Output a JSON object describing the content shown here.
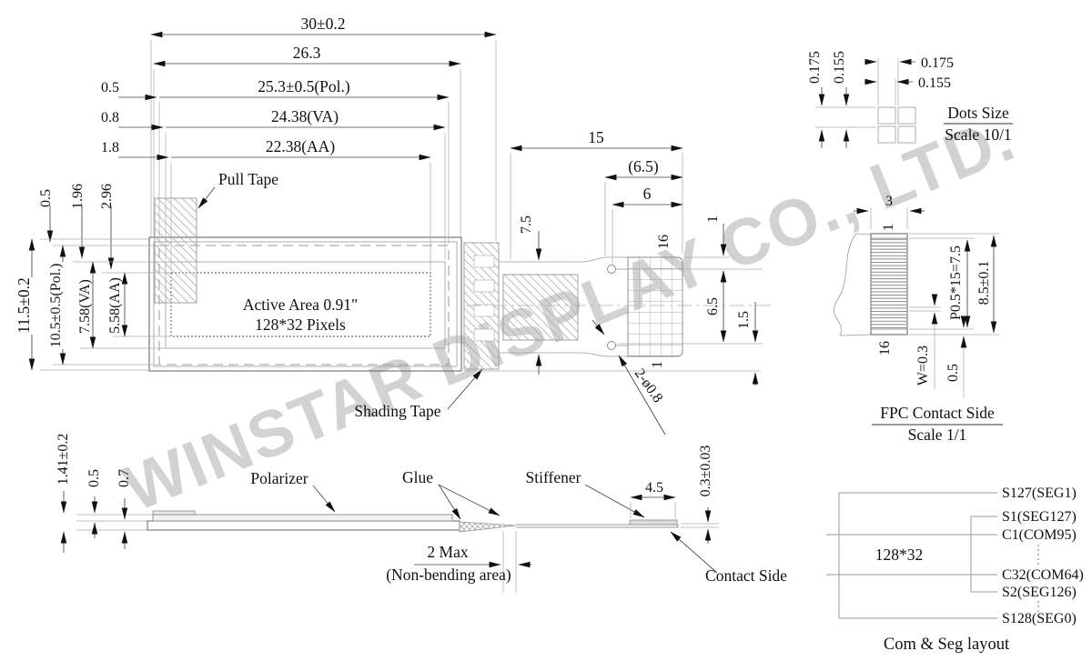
{
  "watermark": "WINSTAR DISPLAY CO., LTD.",
  "front_view": {
    "dim_overall_w": "30±0.2",
    "dim_glass_w": "26.3",
    "dim_pol_w": "25.3±0.5(Pol.)",
    "dim_va_w": "24.38(VA)",
    "dim_aa_w": "22.38(AA)",
    "off_pol_left": "0.5",
    "off_va_left": "0.8",
    "off_aa_left": "1.8",
    "off_pol_top": "0.5",
    "off_va_top": "1.96",
    "off_aa_top": "2.96",
    "dim_overall_h": "11.5±0.2",
    "dim_pol_h": "10.5±0.5(Pol.)",
    "dim_va_h": "7.58(VA)",
    "dim_aa_h": "5.58(AA)",
    "label_pull_tape": "Pull Tape",
    "label_active_area": "Active Area 0.91\"",
    "label_pixels": "128*32 Pixels",
    "label_shading_tape": "Shading Tape"
  },
  "fpc_tail": {
    "dim_length": "15",
    "dim_ref": "(6.5)",
    "dim_contact": "6",
    "dim_width": "7.5",
    "pin_count": "16",
    "dim_top_margin": "1",
    "dim_hole_pitch": "6.5",
    "dim_bottom_offset": "1.5",
    "dim_bottom_margin": "1",
    "label_holes": "2-ø0.8"
  },
  "dots_size": {
    "dim_pitch_v": "0.175",
    "dim_size_v": "0.155",
    "dim_pitch_h": "0.175",
    "dim_size_h": "0.155",
    "title": "Dots Size",
    "scale": "Scale 10/1"
  },
  "fpc_contact": {
    "dim_end_width": "3",
    "dim_margin": "1",
    "pin_count": "16",
    "dim_pitch": "P0.5*15=7.5",
    "dim_height": "8.5±0.1",
    "dim_finger_w": "W=0.3",
    "dim_gap": "0.5",
    "title": "FPC Contact Side",
    "scale": "Scale 1/1"
  },
  "side_view": {
    "dim_total_t": "1.41±0.2",
    "dim_pol_t": "0.5",
    "dim_glass_t": "0.7",
    "label_polarizer": "Polarizer",
    "label_glue": "Glue",
    "label_stiffener": "Stiffener",
    "dim_stiffener_w": "4.5",
    "dim_fpc_t": "0.3±0.03",
    "dim_bend": "2 Max",
    "dim_bend_note": "(Non-bending area)",
    "label_contact_side": "Contact Side"
  },
  "com_seg": {
    "matrix": "128*32",
    "signals": [
      "S127(SEG1)",
      "S1(SEG127)",
      "C1(COM95)",
      "C32(COM64)",
      "S2(SEG126)",
      "S128(SEG0)"
    ],
    "title": "Com & Seg layout"
  }
}
